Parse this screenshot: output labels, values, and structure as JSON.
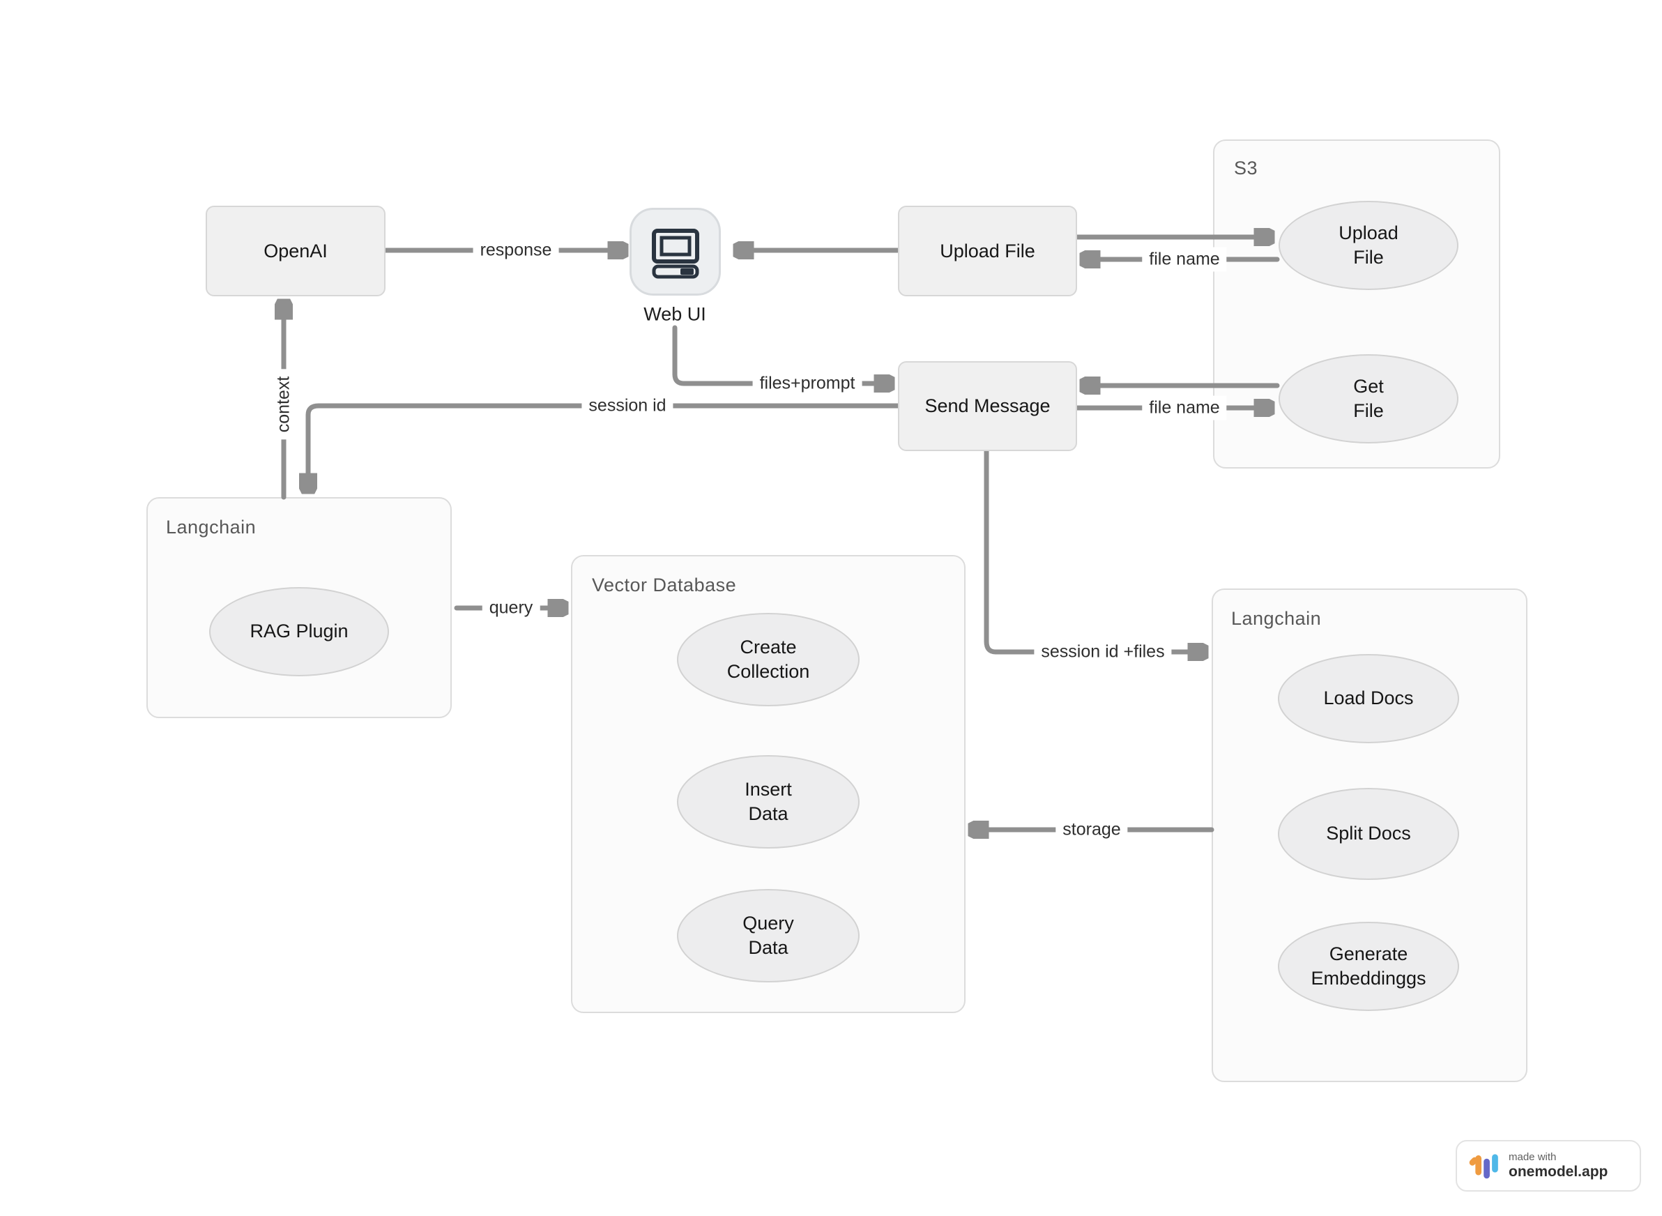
{
  "nodes": {
    "openai": "OpenAI",
    "web_ui": "Web UI",
    "upload_file": "Upload File",
    "send_message": "Send Message"
  },
  "containers": {
    "s3": {
      "label": "S3",
      "upload_file": [
        "Upload",
        "File"
      ],
      "get_file": [
        "Get",
        "File"
      ]
    },
    "langchain_left": {
      "label": "Langchain",
      "rag_plugin": "RAG Plugin"
    },
    "vector_database": {
      "label": "Vector Database",
      "create_collection": [
        "Create",
        "Collection"
      ],
      "insert_data": [
        "Insert",
        "Data"
      ],
      "query_data": [
        "Query",
        "Data"
      ]
    },
    "langchain_right": {
      "label": "Langchain",
      "load_docs": "Load Docs",
      "split_docs": "Split Docs",
      "generate_embeddings": [
        "Generate",
        "Embeddinggs"
      ]
    }
  },
  "edges": {
    "response": "response",
    "file_name_upload": "file name",
    "file_name_get": "file name",
    "files_prompt": "files+prompt",
    "session_id": "session id",
    "context": "context",
    "query": "query",
    "session_id_files": "session id +files",
    "storage": "storage"
  },
  "badge": {
    "made_with": "made with",
    "brand": "onemodel.app",
    "logo_colors": [
      "#ef9b41",
      "#6468c8",
      "#4fb8e8"
    ]
  },
  "colors": {
    "arrow": "#8f8f8f",
    "arrowhead": "#7f7f7f",
    "node_fill": "#f0f0f0",
    "node_border": "#d7d7d7",
    "container_fill": "#fbfbfb",
    "container_border": "#dcdcdc",
    "ellipse_fill": "#ededee",
    "ellipse_border": "#d2d2d2",
    "icon": "#2a3440"
  }
}
